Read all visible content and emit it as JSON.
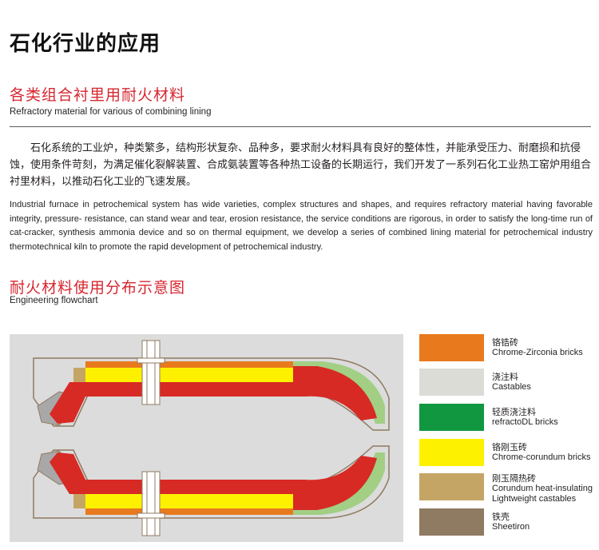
{
  "page_title": "石化行业的应用",
  "section1": {
    "title_cn": "各类组合衬里用耐火材料",
    "title_en": "Refractory material for various of combining lining"
  },
  "intro_cn": "石化系统的工业炉，种类繁多，结构形状复杂、品种多，要求耐火材料具有良好的整体性，并能承受压力、耐磨损和抗侵蚀，使用条件苛刻，为满足催化裂解装置、合成氨装置等各种热工设备的长期运行，我们开发了一系列石化工业热工窑炉用组合衬里材料，以推动石化工业的飞速发展。",
  "intro_en": "Industrial furnace in petrochemical system has wide varieties, complex structures and shapes, and requires refractory material having favorable integrity, pressure- resistance, can stand wear and tear, erosion resistance, the service conditions are rigorous, in order to satisfy the long-time run of cat-cracker, synthesis ammonia device and so on thermal equipment, we develop a series of combined lining material for petrochemical industry thermotechnical kiln to promote the rapid development of petrochemical industry.",
  "section2": {
    "title_cn": "耐火材料使用分布示意图",
    "title_en": "Engineering flowchart"
  },
  "colors": {
    "chrome_zirconia": "#e87a1d",
    "castables": "#dcdcd7",
    "light_castables": "#119740",
    "chrome_corundum": "#fdf100",
    "heat_insulating": "#c5a565",
    "sheetiron": "#8f7a62",
    "red_lining": "#d72a24",
    "light_green": "#a2cf84",
    "accent_red": "#d7262f"
  },
  "legend": [
    {
      "cn": "铬锆砖",
      "en": "Chrome-Zirconia bricks",
      "color": "#e87a1d"
    },
    {
      "cn": "浇注料",
      "en": "Castables",
      "color": "#dcdcd7"
    },
    {
      "cn": "轻质浇注料",
      "en": "refractoDL bricks",
      "color": "#119740"
    },
    {
      "cn": "铬刚玉砖",
      "en": "Chrome-corundum bricks",
      "color": "#fdf100"
    },
    {
      "cn": "刚玉隔热砖",
      "en": "Corundum heat-insulating",
      "en2": "Lightweight castables",
      "color": "#c5a565"
    },
    {
      "cn": "铁壳",
      "en": "Sheetiron",
      "color": "#8f7a62"
    }
  ]
}
